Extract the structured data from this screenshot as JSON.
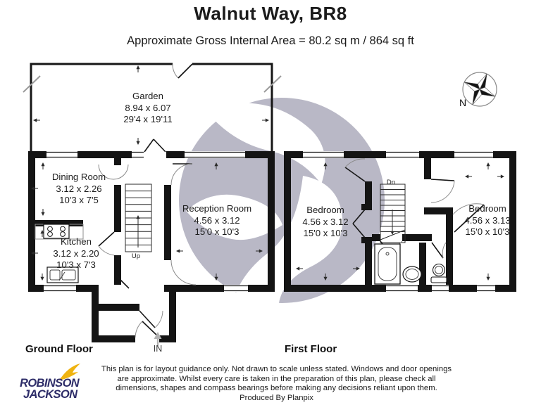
{
  "header": {
    "title": "Walnut Way, BR8",
    "subtitle": "Approximate Gross Internal Area =  80.2 sq m / 864 sq ft"
  },
  "ground_floor": {
    "label": "Ground Floor",
    "rooms": {
      "garden": {
        "name": "Garden",
        "metric": "8.94 x 6.07",
        "imperial": "29'4 x 19'11"
      },
      "dining_room": {
        "name": "Dining Room",
        "metric": "3.12 x 2.26",
        "imperial": "10'3 x 7'5"
      },
      "kitchen": {
        "name": "Kitchen",
        "metric": "3.12 x 2.20",
        "imperial": "10'3 x 7'3"
      },
      "reception_room": {
        "name": "Reception Room",
        "metric": "4.56 x 3.12",
        "imperial": "15'0 x 10'3"
      }
    },
    "stairs_label": "Up",
    "entrance_label": "IN"
  },
  "first_floor": {
    "label": "First Floor",
    "rooms": {
      "bedroom_left": {
        "name": "Bedroom",
        "metric": "4.56 x 3.12",
        "imperial": "15'0 x 10'3"
      },
      "bedroom_right": {
        "name": "Bedroom",
        "metric": "4.56 x 3.13",
        "imperial": "15'0 x 10'3"
      }
    },
    "stairs_label": "Dn"
  },
  "compass": {
    "north_label": "N"
  },
  "branding": {
    "line1": "ROBINSON",
    "line2": "JACKSON"
  },
  "disclaimer": {
    "lines": [
      "This plan is for layout guidance only. Not drawn to scale unless stated. Windows and door openings",
      "are approximate. Whilst every care is taken in the preparation of this plan, please check all",
      "dimensions, shapes and compass bearings before making any decisions reliant upon them.",
      "Produced By Planpix"
    ]
  },
  "colors": {
    "wall": "#141414",
    "watermark": "#b9b8c6",
    "logo_navy": "#2d2c68",
    "logo_yellow": "#efb310",
    "arrow_gray": "#b3b3b3"
  }
}
